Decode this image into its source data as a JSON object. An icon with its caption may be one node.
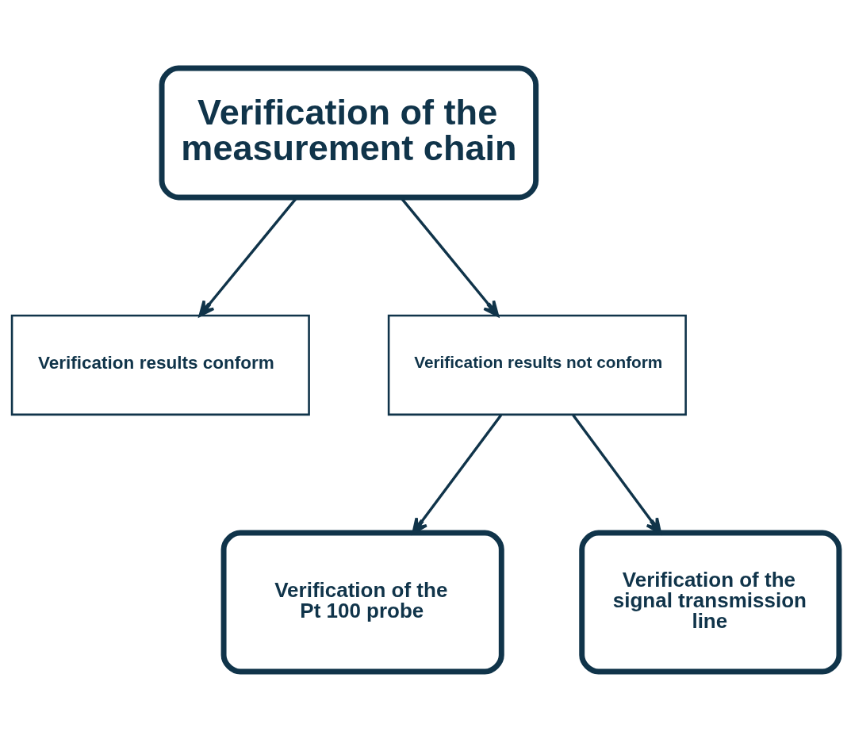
{
  "diagram": {
    "nodes": [
      {
        "text": [
          "Verification of the measurement chain"
        ]
      },
      {
        "text": [
          "Verification results conform"
        ]
      },
      {
        "text": [
          "Verification results not conform"
        ]
      },
      {
        "text": [
          "Verification of the Pt 100 probe"
        ]
      },
      {
        "text": [
          "Verification of the signal transmission line"
        ]
      }
    ],
    "edges": [
      {
        "from": 0,
        "to": 1,
        "arrow": "to"
      },
      {
        "from": 0,
        "to": 2,
        "arrow": "to"
      },
      {
        "from": 2,
        "to": 3,
        "arrow": "to"
      },
      {
        "from": 2,
        "to": 4,
        "arrow": "to"
      }
    ]
  }
}
